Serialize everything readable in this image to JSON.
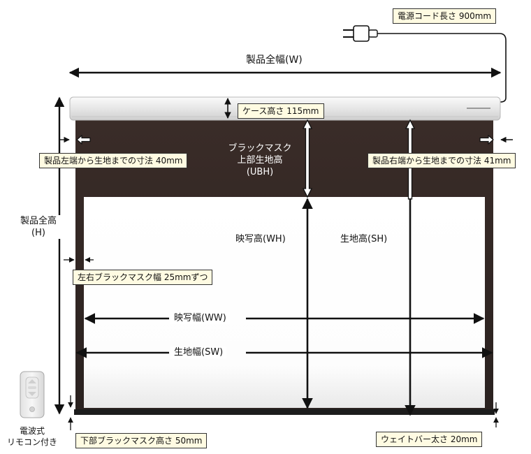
{
  "labels": {
    "power_cord": "電源コード長さ 900mm",
    "total_width": "製品全幅(W)",
    "case_height": "ケース高さ 115mm",
    "left_gap": "製品左端から生地までの寸法 40mm",
    "right_gap": "製品右端から生地までの寸法 41mm",
    "ubh_line1": "ブラックマスク",
    "ubh_line2": "上部生地高",
    "ubh_line3": "(UBH)",
    "total_height_line1": "製品全高",
    "total_height_line2": "(H)",
    "side_mask": "左右ブラックマスク幅 25mmずつ",
    "view_height": "映写高(WH)",
    "fabric_height": "生地高(SH)",
    "view_width": "映写幅(WW)",
    "fabric_width": "生地幅(SW)",
    "remote_line1": "電波式",
    "remote_line2": "リモコン付き",
    "bottom_mask": "下部ブラックマスク高さ 50mm",
    "weight_bar": "ウェイトバー太さ 20mm"
  },
  "colors": {
    "case": "#e6e6e6",
    "mask": "#2b2220",
    "screen": "#ffffff",
    "weight_bar": "#1c1c1c",
    "callout_bg": "#fffbe2",
    "arrow": "#111111"
  },
  "icons": {
    "plug": "plug-icon",
    "remote": "remote-control-icon"
  }
}
